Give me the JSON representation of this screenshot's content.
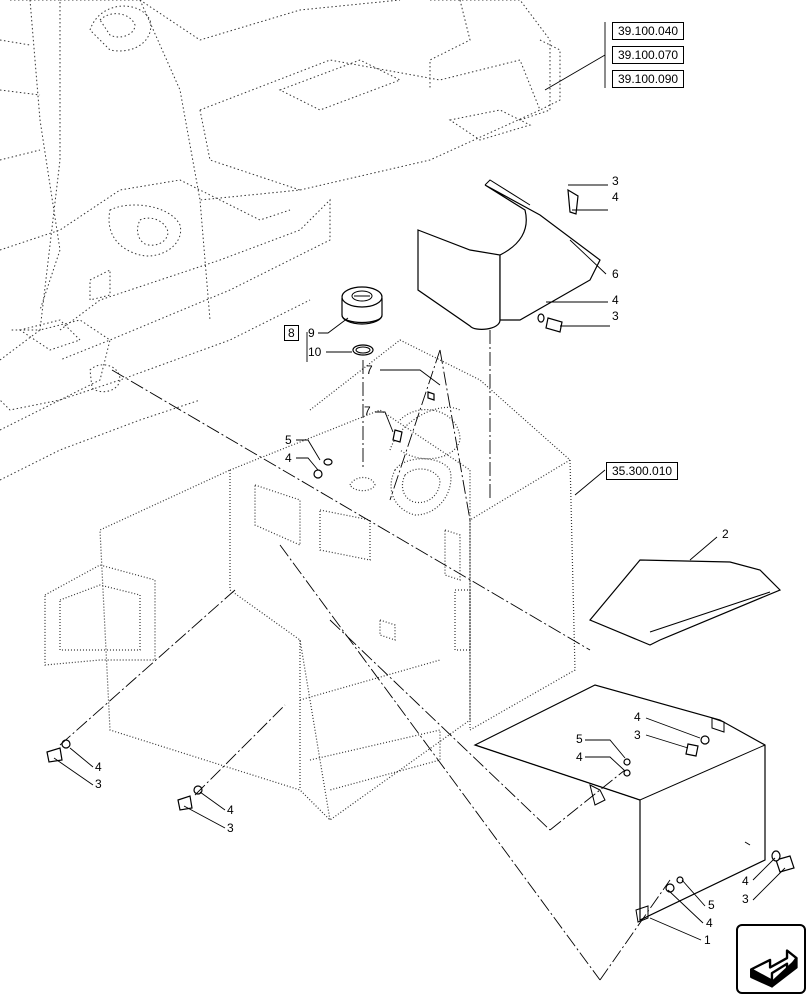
{
  "reference_codes": {
    "top_group": [
      "39.100.040",
      "39.100.070",
      "39.100.090"
    ],
    "middle": "35.300.010"
  },
  "callouts": {
    "item_1": "1",
    "item_2": "2",
    "item_3": "3",
    "item_4": "4",
    "item_5": "5",
    "item_6": "6",
    "item_7": "7",
    "item_8": "8",
    "item_9": "9",
    "item_10": "10"
  },
  "nav_button": {
    "icon": "next-page-arrow-icon"
  },
  "colors": {
    "line": "#000000",
    "hidden_line": "#555555",
    "background": "#ffffff"
  }
}
